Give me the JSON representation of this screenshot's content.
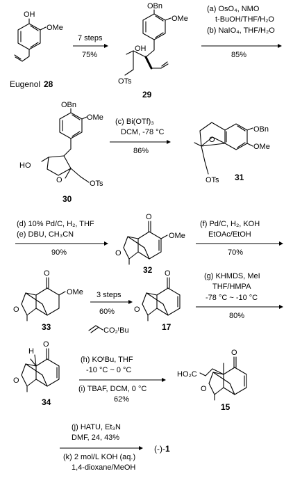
{
  "compounds": {
    "eugenol": {
      "name": "Eugenol",
      "num": "28",
      "oh": "OH",
      "ome": "OMe"
    },
    "c29": {
      "num": "29",
      "obn": "OBn",
      "ome": "OMe",
      "oh": "OH",
      "ots": "OTs"
    },
    "c30": {
      "num": "30",
      "obn": "OBn",
      "ome": "OMe",
      "ho": "HO",
      "o": "O",
      "ots": "OTs"
    },
    "c31": {
      "num": "31",
      "obn": "OBn",
      "ome": "OMe",
      "o": "O",
      "ots": "OTs"
    },
    "c32": {
      "num": "32",
      "o1": "O",
      "ome": "OMe",
      "o2": "O"
    },
    "c33": {
      "num": "33",
      "o1": "O",
      "ome": "OMe",
      "o2": "O"
    },
    "c17": {
      "num": "17",
      "o1": "O",
      "o2": "O"
    },
    "c34": {
      "num": "34",
      "h": "H",
      "o1": "O",
      "o2": "O"
    },
    "c15": {
      "num": "15",
      "ho2c": "HO₂C",
      "o1": "O",
      "o2": "O"
    },
    "final": {
      "label": "(-)-",
      "num": "1"
    }
  },
  "steps": {
    "s1": {
      "top": "7 steps",
      "bottom": "75%"
    },
    "s2": {
      "a": "(a) OsO₄, NMO",
      "a2": "t-BuOH/THF/H₂O",
      "b": "(b) NaIO₄, THF/H₂O",
      "yield": "85%"
    },
    "s3": {
      "c": "(c) Bi(OTf)₃",
      "c2": "DCM, -78 °C",
      "yield": "86%"
    },
    "s4": {
      "d": "(d) 10% Pd/C, H₂, THF",
      "e": "(e) DBU, CH₃CN",
      "yield": "90%"
    },
    "s5": {
      "f": "(f) Pd/C, H₂, KOH",
      "f2": "EtOAc/EtOH",
      "yield": "70%"
    },
    "s6": {
      "top": "3 steps",
      "yield": "60%",
      "reagent": "CO₂ᵗBu"
    },
    "s7": {
      "g": "(g) KHMDS, MeI",
      "g2": "THF/HMPA",
      "g3": "-78 °C ~ -10 °C",
      "yield": "80%"
    },
    "s8": {
      "h": "(h) KOᵗBu, THF",
      "h2": "-10 °C ~ 0 °C",
      "i": "(i) TBAF, DCM, 0 °C",
      "yield": "62%"
    },
    "s9": {
      "j": "(j) HATU, Et₃N",
      "j2": "DMF, 24, 43%",
      "k": "(k) 2 mol/L KOH (aq.)",
      "k2": "1,4-dioxane/MeOH"
    }
  }
}
